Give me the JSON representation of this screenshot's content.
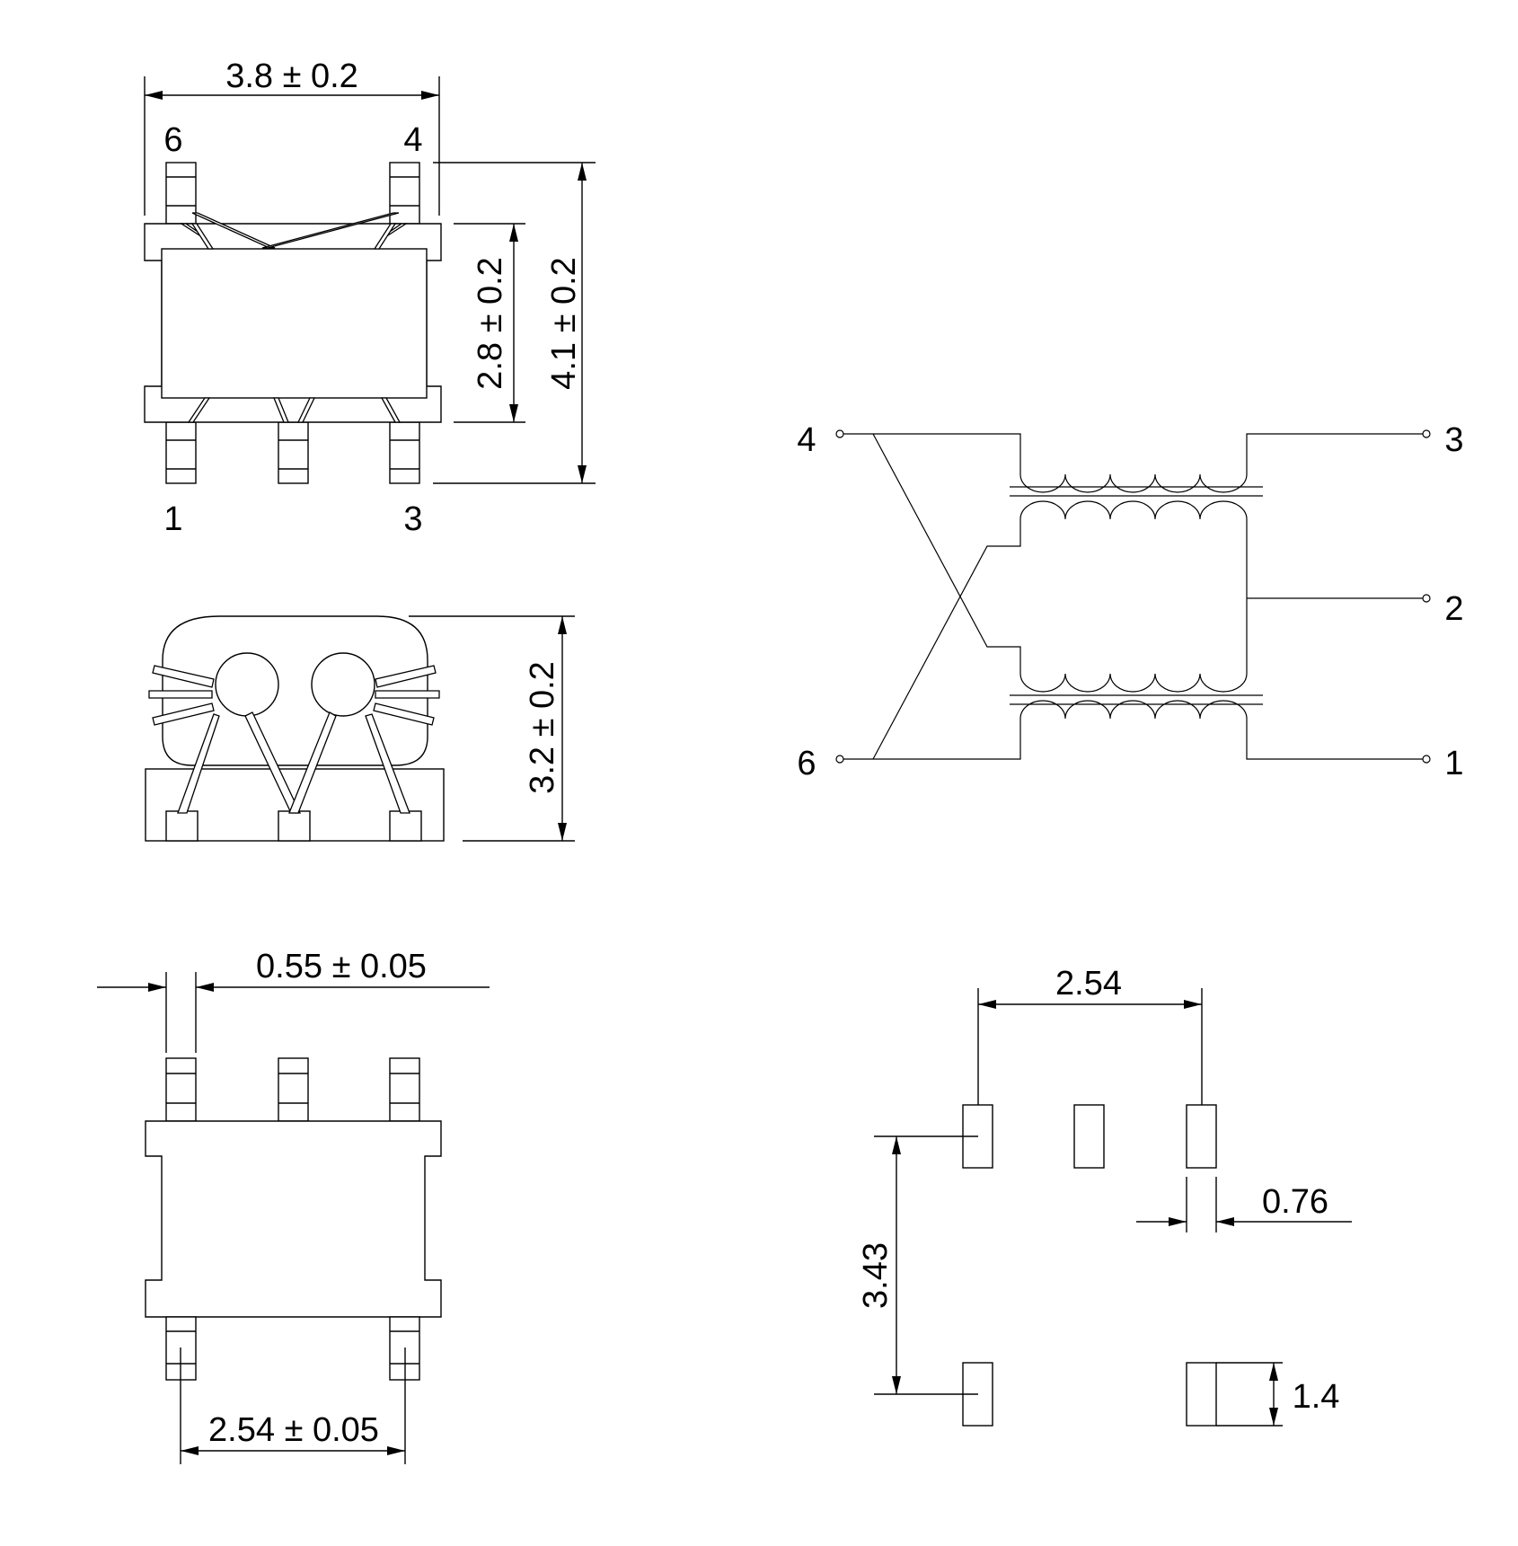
{
  "top_view": {
    "width_dim": "3.8 ± 0.2",
    "inner_height_dim": "2.8 ± 0.2",
    "total_height_dim": "4.1 ± 0.2",
    "pin_labels": {
      "top_left": "6",
      "top_right": "4",
      "bottom_left": "1",
      "bottom_right": "3"
    }
  },
  "side_view": {
    "height_dim": "3.2 ± 0.2"
  },
  "bottom_view": {
    "pin_width_dim": "0.55 ± 0.05",
    "pin_pitch_dim": "2.54 ± 0.05"
  },
  "schematic": {
    "terminals": {
      "t4": "4",
      "t6": "6",
      "t3": "3",
      "t2": "2",
      "t1": "1"
    }
  },
  "land_pattern": {
    "pitch_dim": "2.54",
    "row_spacing_dim": "3.43",
    "pad_width_dim": "0.76",
    "pad_height_dim": "1.4"
  }
}
